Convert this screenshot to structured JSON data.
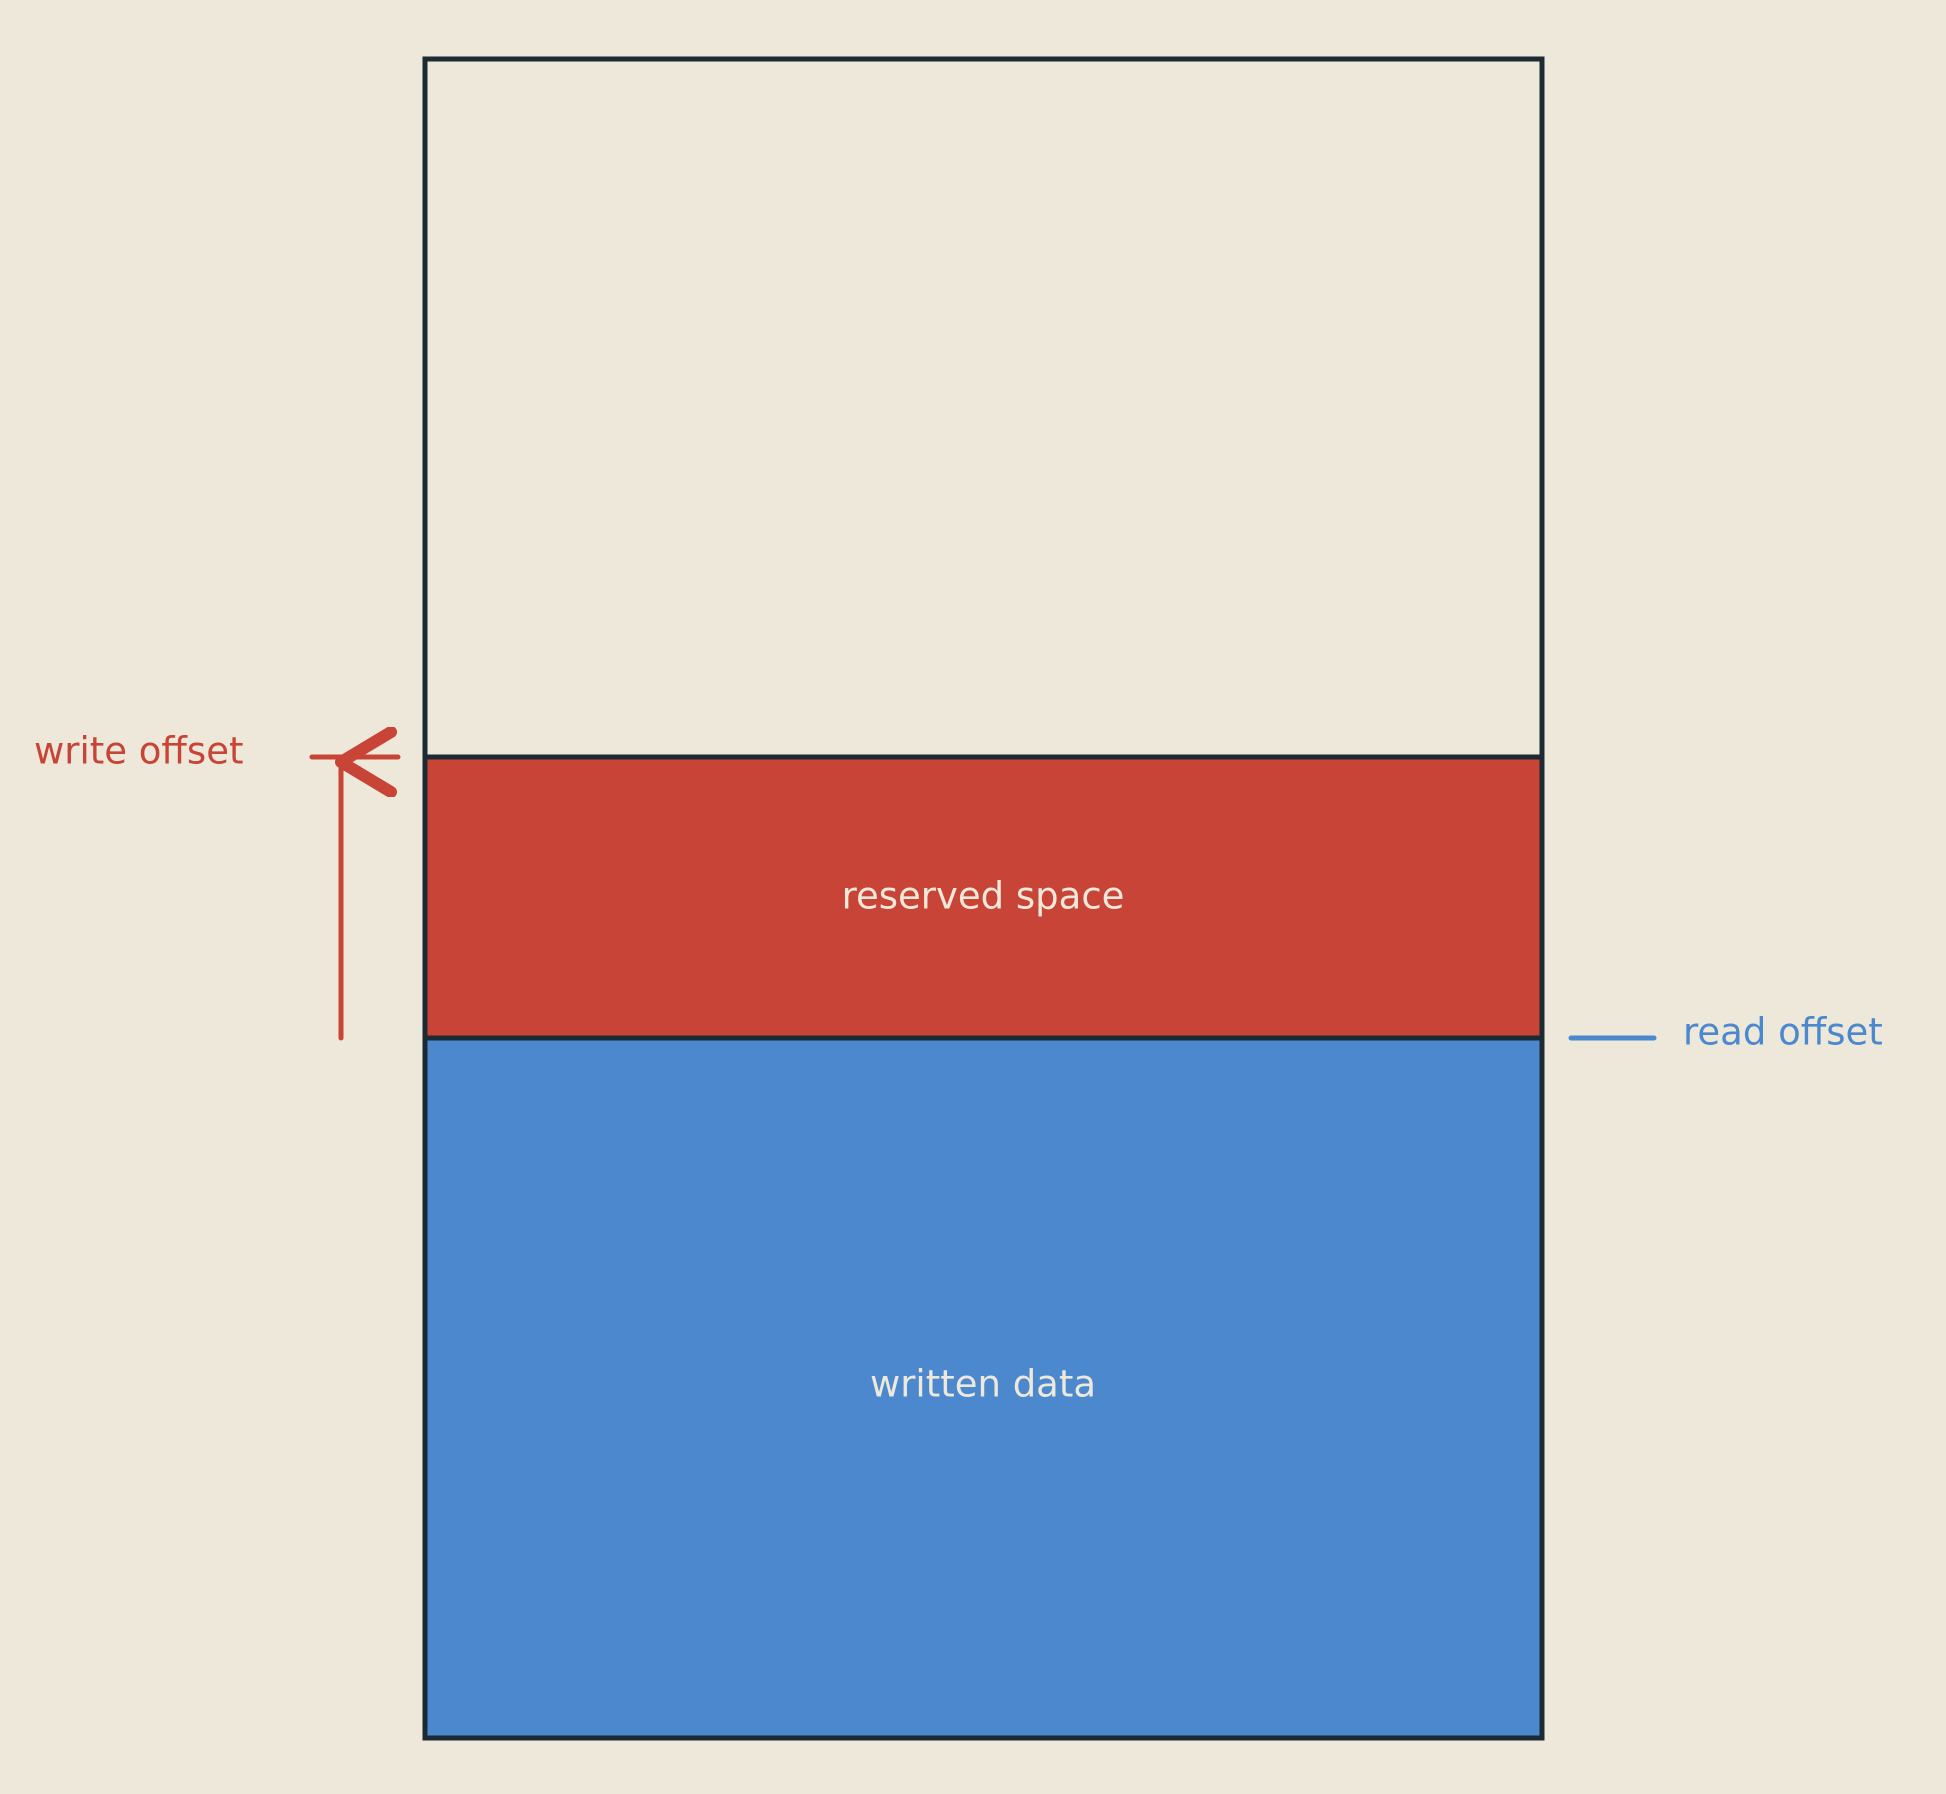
{
  "labels": {
    "reserved": "reserved space",
    "written": "written data",
    "write_offset": "write offset",
    "read_offset": "read offset"
  },
  "colors": {
    "background": "#EEE8DA",
    "outline": "#1B2A33",
    "reserved_fill": "#C84436",
    "written_fill": "#4C88CE",
    "write_offset": "#C84436",
    "read_offset": "#4C88CE",
    "region_text": "#EEE8DA"
  }
}
